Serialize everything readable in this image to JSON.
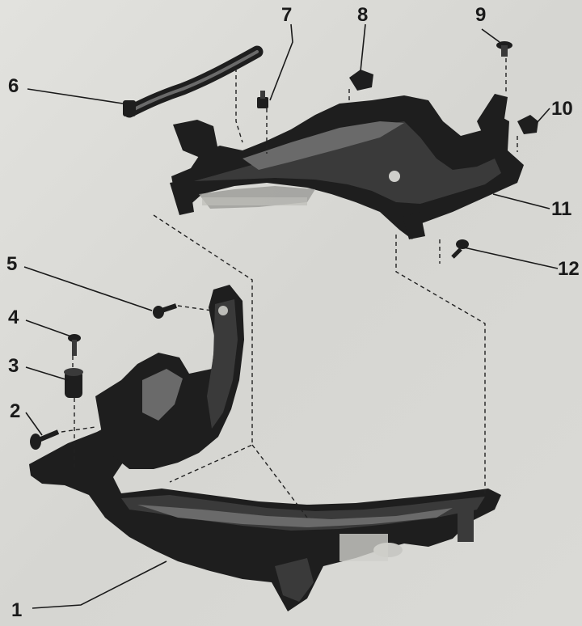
{
  "diagram": {
    "callouts": [
      {
        "id": "1",
        "label": "1"
      },
      {
        "id": "2",
        "label": "2"
      },
      {
        "id": "3",
        "label": "3"
      },
      {
        "id": "4",
        "label": "4"
      },
      {
        "id": "5",
        "label": "5"
      },
      {
        "id": "6",
        "label": "6"
      },
      {
        "id": "7",
        "label": "7"
      },
      {
        "id": "8",
        "label": "8"
      },
      {
        "id": "9",
        "label": "9"
      },
      {
        "id": "10",
        "label": "10"
      },
      {
        "id": "11",
        "label": "11"
      },
      {
        "id": "12",
        "label": "12"
      }
    ]
  },
  "colors": {
    "background": "#dcdcd8",
    "part": "#1e1e1e",
    "ink": "#1a1a1a"
  }
}
